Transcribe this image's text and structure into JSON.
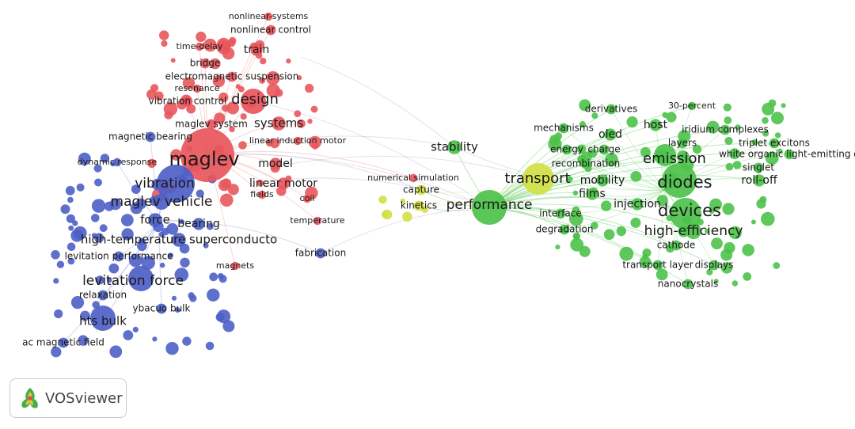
{
  "app": {
    "name": "VOSviewer"
  },
  "colors": {
    "red": "#e8565c",
    "blue": "#4e5fc7",
    "green": "#4cc24a",
    "yellow": "#d2e044"
  },
  "clusters": {
    "red": [
      {
        "label": "maglev",
        "weight": 10
      },
      {
        "label": "design",
        "weight": 6
      },
      {
        "label": "systems",
        "weight": 4
      },
      {
        "label": "train",
        "weight": 3
      },
      {
        "label": "model",
        "weight": 3
      },
      {
        "label": "linear motor",
        "weight": 3
      },
      {
        "label": "nonlinear-systems",
        "weight": 1
      },
      {
        "label": "nonlinear control",
        "weight": 2
      },
      {
        "label": "time-delay",
        "weight": 1
      },
      {
        "label": "bridge",
        "weight": 2
      },
      {
        "label": "electromagnetic suspension",
        "weight": 2
      },
      {
        "label": "resonance",
        "weight": 1
      },
      {
        "label": "vibration control",
        "weight": 2
      },
      {
        "label": "maglev system",
        "weight": 2
      },
      {
        "label": "linear induction motor",
        "weight": 1
      },
      {
        "label": "fields",
        "weight": 1
      },
      {
        "label": "coil",
        "weight": 1
      },
      {
        "label": "magnets",
        "weight": 1
      },
      {
        "label": "numerical simulation",
        "weight": 1
      },
      {
        "label": "temperature",
        "weight": 1
      }
    ],
    "blue": [
      {
        "label": "vibration",
        "weight": 5
      },
      {
        "label": "maglev vehicle",
        "weight": 5
      },
      {
        "label": "force",
        "weight": 4
      },
      {
        "label": "bearing",
        "weight": 3
      },
      {
        "label": "high-temperature superconducto",
        "weight": 4
      },
      {
        "label": "levitation performance",
        "weight": 2
      },
      {
        "label": "levitation force",
        "weight": 5
      },
      {
        "label": "relaxation",
        "weight": 2
      },
      {
        "label": "ybacuo bulk",
        "weight": 2
      },
      {
        "label": "hts bulk",
        "weight": 4
      },
      {
        "label": "ac magnetic field",
        "weight": 2
      },
      {
        "label": "magnetic bearing",
        "weight": 2
      },
      {
        "label": "dynamic response",
        "weight": 1
      },
      {
        "label": "fabrication",
        "weight": 2
      }
    ],
    "green": [
      {
        "label": "performance",
        "weight": 8
      },
      {
        "label": "stability",
        "weight": 4
      },
      {
        "label": "devices",
        "weight": 7
      },
      {
        "label": "diodes",
        "weight": 7
      },
      {
        "label": "emission",
        "weight": 6
      },
      {
        "label": "high-efficiency",
        "weight": 5
      },
      {
        "label": "derivatives",
        "weight": 2
      },
      {
        "label": "30-percent",
        "weight": 1
      },
      {
        "label": "host",
        "weight": 3
      },
      {
        "label": "iridium complexes",
        "weight": 2
      },
      {
        "label": "mechanisms",
        "weight": 2
      },
      {
        "label": "oled",
        "weight": 3
      },
      {
        "label": "layers",
        "weight": 2
      },
      {
        "label": "triplet excitons",
        "weight": 2
      },
      {
        "label": "white organic light-emitting d",
        "weight": 2
      },
      {
        "label": "energy",
        "weight": 2
      },
      {
        "label": "charge",
        "weight": 2
      },
      {
        "label": "recombination",
        "weight": 2
      },
      {
        "label": "singlet",
        "weight": 2
      },
      {
        "label": "mobility",
        "weight": 3
      },
      {
        "label": "films",
        "weight": 3
      },
      {
        "label": "roll-off",
        "weight": 3
      },
      {
        "label": "injection",
        "weight": 3
      },
      {
        "label": "interface",
        "weight": 2
      },
      {
        "label": "degradation",
        "weight": 2
      },
      {
        "label": "cathode",
        "weight": 2
      },
      {
        "label": "transport layer",
        "weight": 2
      },
      {
        "label": "displays",
        "weight": 2
      },
      {
        "label": "nanocrystals",
        "weight": 2
      }
    ],
    "yellow": [
      {
        "label": "transport",
        "weight": 6
      },
      {
        "label": "capture",
        "weight": 2
      },
      {
        "label": "kinetics",
        "weight": 2
      }
    ]
  }
}
